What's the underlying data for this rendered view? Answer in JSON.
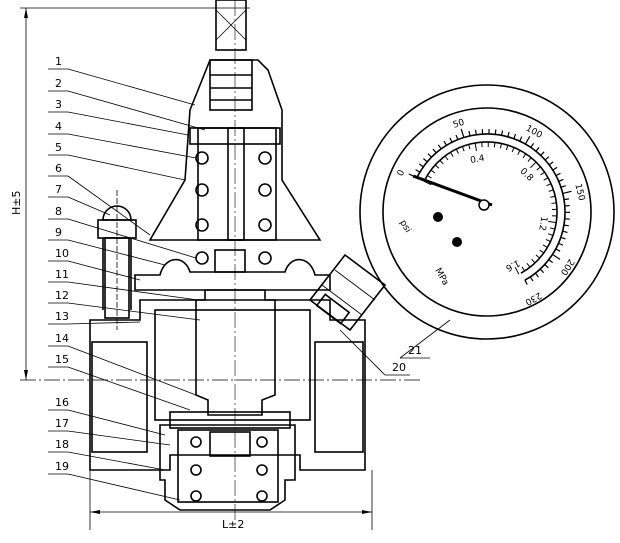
{
  "part_numbers": [
    "1",
    "2",
    "3",
    "4",
    "5",
    "6",
    "7",
    "8",
    "9",
    "10",
    "11",
    "12",
    "13",
    "14",
    "15",
    "16",
    "17",
    "18",
    "19"
  ],
  "gauge_part_number": "21",
  "fitting_part_number": "20",
  "dimensions": {
    "height": "H±5",
    "length": "L±2"
  },
  "gauge": {
    "unit_outer": "psi",
    "unit_inner": "MPa",
    "psi_labels": [
      "0",
      "50",
      "100",
      "150",
      "200",
      "230"
    ],
    "psi_values": [
      0,
      50,
      100,
      150,
      200,
      230
    ],
    "mpa_labels": [
      "0.4",
      "0.8",
      "1.2",
      "1.6"
    ],
    "mpa_values": [
      0.4,
      0.8,
      1.2,
      1.6
    ],
    "psi_max": 230,
    "needle_value_psi": 0
  }
}
